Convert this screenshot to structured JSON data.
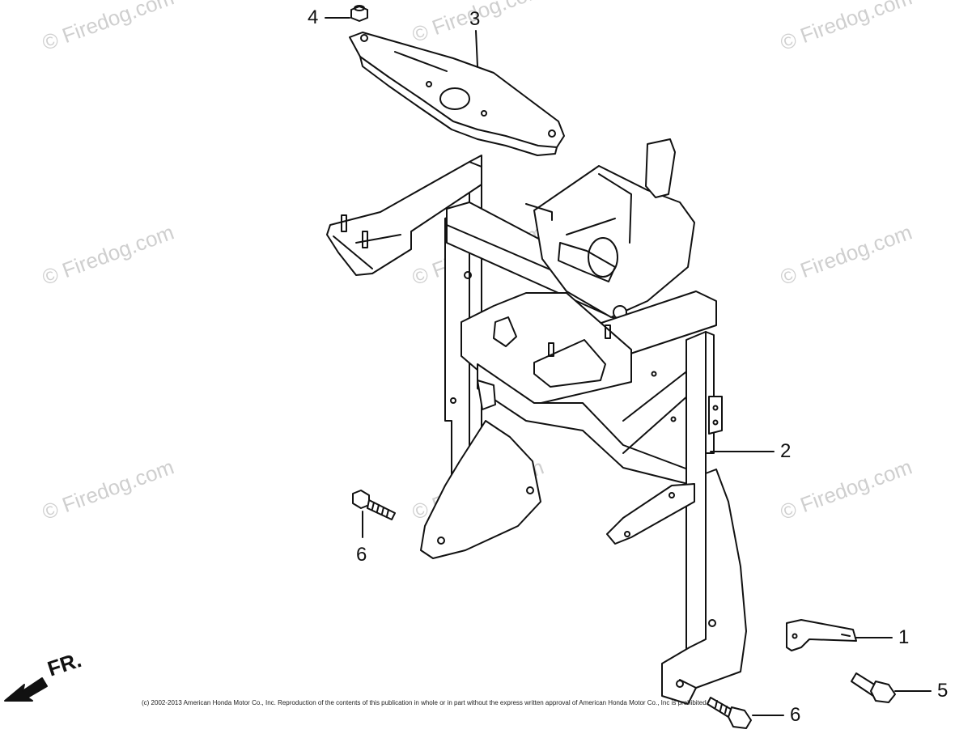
{
  "watermark_text": "© Firedog.com",
  "copyright_notice": "(c) 2002-2013 American Honda Motor Co., Inc. Reproduction of the contents of this publication in whole or in part without the express written approval of American Honda Motor Co., Inc is prohibited.",
  "front_indicator": "FR.",
  "callouts": {
    "part_1": "1",
    "part_2": "2",
    "part_3": "3",
    "part_4": "4",
    "part_5": "5",
    "part_6_left": "6",
    "part_6_bottom": "6"
  }
}
